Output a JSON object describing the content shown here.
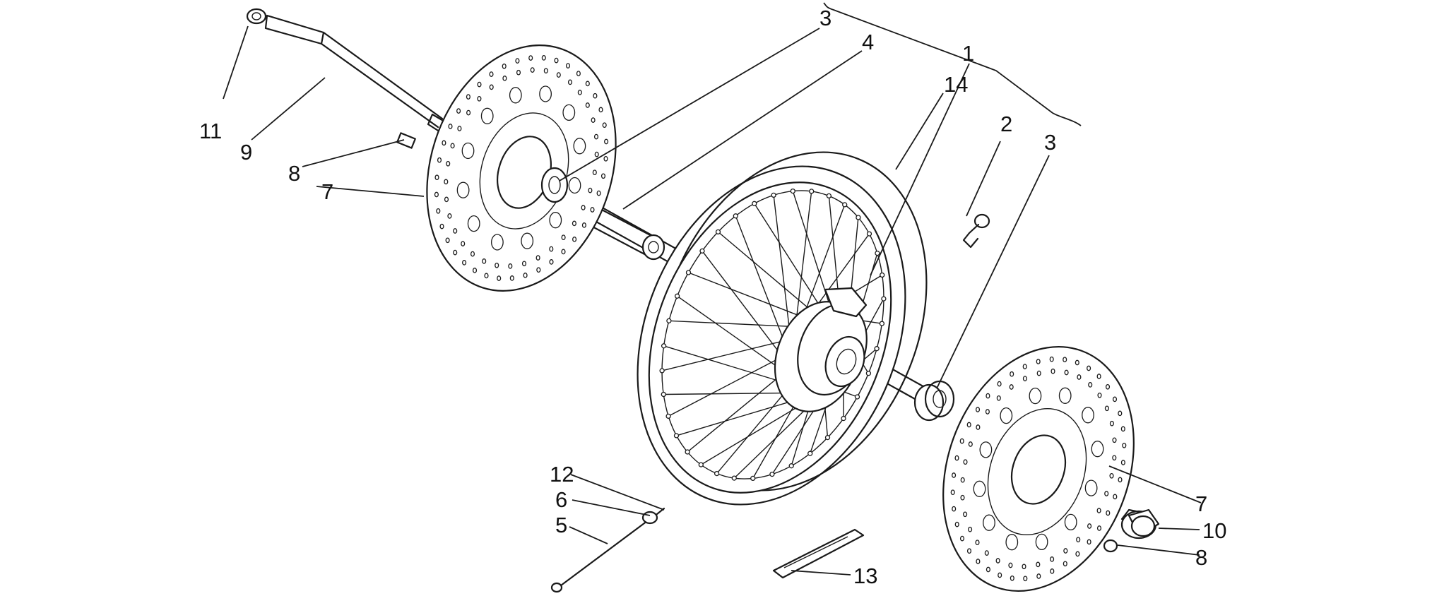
{
  "callouts": [
    {
      "id": "c11",
      "text": "11"
    },
    {
      "id": "c9",
      "text": "9"
    },
    {
      "id": "c8a",
      "text": "8"
    },
    {
      "id": "c7a",
      "text": "7"
    },
    {
      "id": "c3a",
      "text": "3"
    },
    {
      "id": "c4",
      "text": "4"
    },
    {
      "id": "c1",
      "text": "1"
    },
    {
      "id": "c14",
      "text": "14"
    },
    {
      "id": "c2",
      "text": "2"
    },
    {
      "id": "c3b",
      "text": "3"
    },
    {
      "id": "c7b",
      "text": "7"
    },
    {
      "id": "c10",
      "text": "10"
    },
    {
      "id": "c8b",
      "text": "8"
    },
    {
      "id": "c12",
      "text": "12"
    },
    {
      "id": "c6",
      "text": "6"
    },
    {
      "id": "c5",
      "text": "5"
    },
    {
      "id": "c13",
      "text": "13"
    }
  ]
}
